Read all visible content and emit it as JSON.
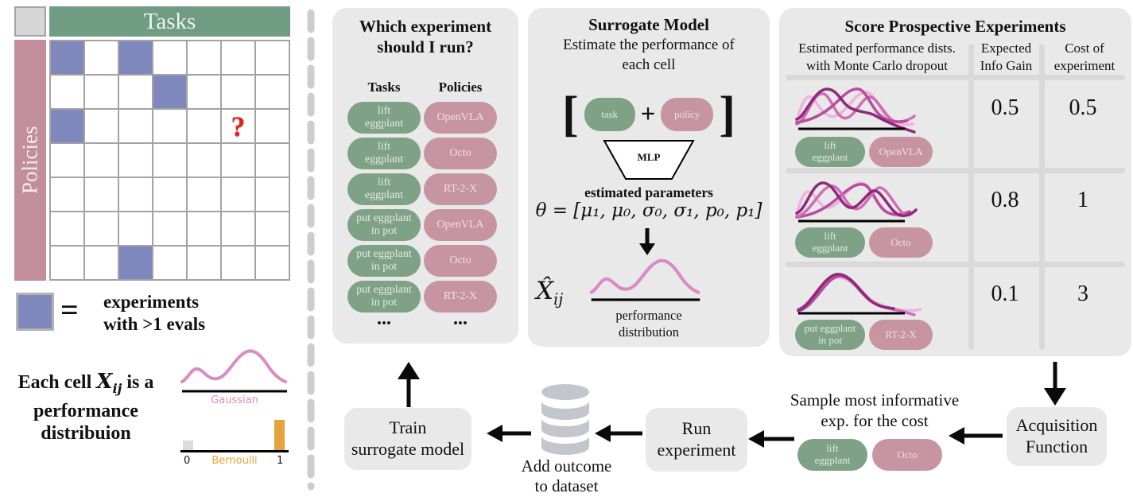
{
  "colors": {
    "task_green": "#7fa287",
    "policy_pink": "#c795a2",
    "matrix_header_green": "#6f9c83",
    "matrix_policies_pink": "#c28e9c",
    "eval_cell_purple": "#7f88bd",
    "question_red": "#e31f1f",
    "panel_gray": "#e9e9e9",
    "gaussian_pink": "#d98cc3",
    "bernoulli_orange": "#e5a33c",
    "mc_curve_dark": "#8e2a76",
    "mc_curve_mid": "#d06cb8",
    "mc_curve_light": "#ecb4dc"
  },
  "matrix": {
    "header": "Tasks",
    "side_label": "Policies",
    "rows": 7,
    "cols": 7,
    "eval_cells": [
      [
        0,
        0
      ],
      [
        0,
        2
      ],
      [
        1,
        3
      ],
      [
        2,
        0
      ],
      [
        6,
        2
      ]
    ],
    "question_cell": [
      2,
      5
    ],
    "question_mark": "?"
  },
  "legend": {
    "equals_sign": "=",
    "label": "experiments\nwith >1 evals"
  },
  "cell_note": {
    "prefix": "Each cell",
    "var": "X",
    "var_sub": "ij",
    "suffix": "is a",
    "line2": "performance",
    "line3": "distribuion",
    "gaussian_label": "Gaussian",
    "bernoulli_label": "Bernoulli",
    "tick_0": "0",
    "tick_1": "1"
  },
  "which_panel": {
    "title": "Which experiment\nshould I run?",
    "tasks_header": "Tasks",
    "policies_header": "Policies",
    "pairs": [
      {
        "task": "lift\neggplant",
        "policy": "OpenVLA"
      },
      {
        "task": "lift\neggplant",
        "policy": "Octo"
      },
      {
        "task": "lift\neggplant",
        "policy": "RT-2-X"
      },
      {
        "task": "put eggplant\nin pot",
        "policy": "OpenVLA"
      },
      {
        "task": "put eggplant\nin pot",
        "policy": "Octo"
      },
      {
        "task": "put eggplant\nin pot",
        "policy": "RT-2-X"
      }
    ],
    "tasks_ellipsis": "...",
    "policies_ellipsis": "..."
  },
  "surrogate_panel": {
    "title": "Surrogate Model",
    "subtitle": "Estimate the performance of\neach cell",
    "bracket_open": "[",
    "task_pill": "task",
    "plus": "+",
    "policy_pill": "policy",
    "bracket_close": "]",
    "mlp": "MLP",
    "params_heading": "estimated parameters",
    "theta_equation": "θ = [μ₁, μ₀, σ₀, σ₁, p₀, p₁]",
    "xhat": "X̂",
    "xhat_sub": "ij",
    "dist_label": "performance\ndistribution"
  },
  "score_panel": {
    "title": "Score Prospective Experiments",
    "col_dists": "Estimated performance dists.\nwith Monte Carlo dropout",
    "col_info": "Expected\nInfo Gain",
    "col_cost": "Cost of\nexperiment",
    "rows": [
      {
        "task": "lift\neggplant",
        "policy": "OpenVLA",
        "info_gain": "0.5",
        "cost": "0.5"
      },
      {
        "task": "lift\neggplant",
        "policy": "Octo",
        "info_gain": "0.8",
        "cost": "1"
      },
      {
        "task": "put eggplant\nin pot",
        "policy": "RT-2-X",
        "info_gain": "0.1",
        "cost": "3"
      }
    ]
  },
  "loop": {
    "train_box": "Train\nsurrogate model",
    "dataset_label": "Add outcome\nto dataset",
    "run_box": "Run\nexperiment",
    "sample_label": "Sample most informative\nexp. for the cost",
    "sample_task": "lift\neggplant",
    "sample_policy": "Octo",
    "acquisition_box": "Acquisition\nFunction"
  }
}
